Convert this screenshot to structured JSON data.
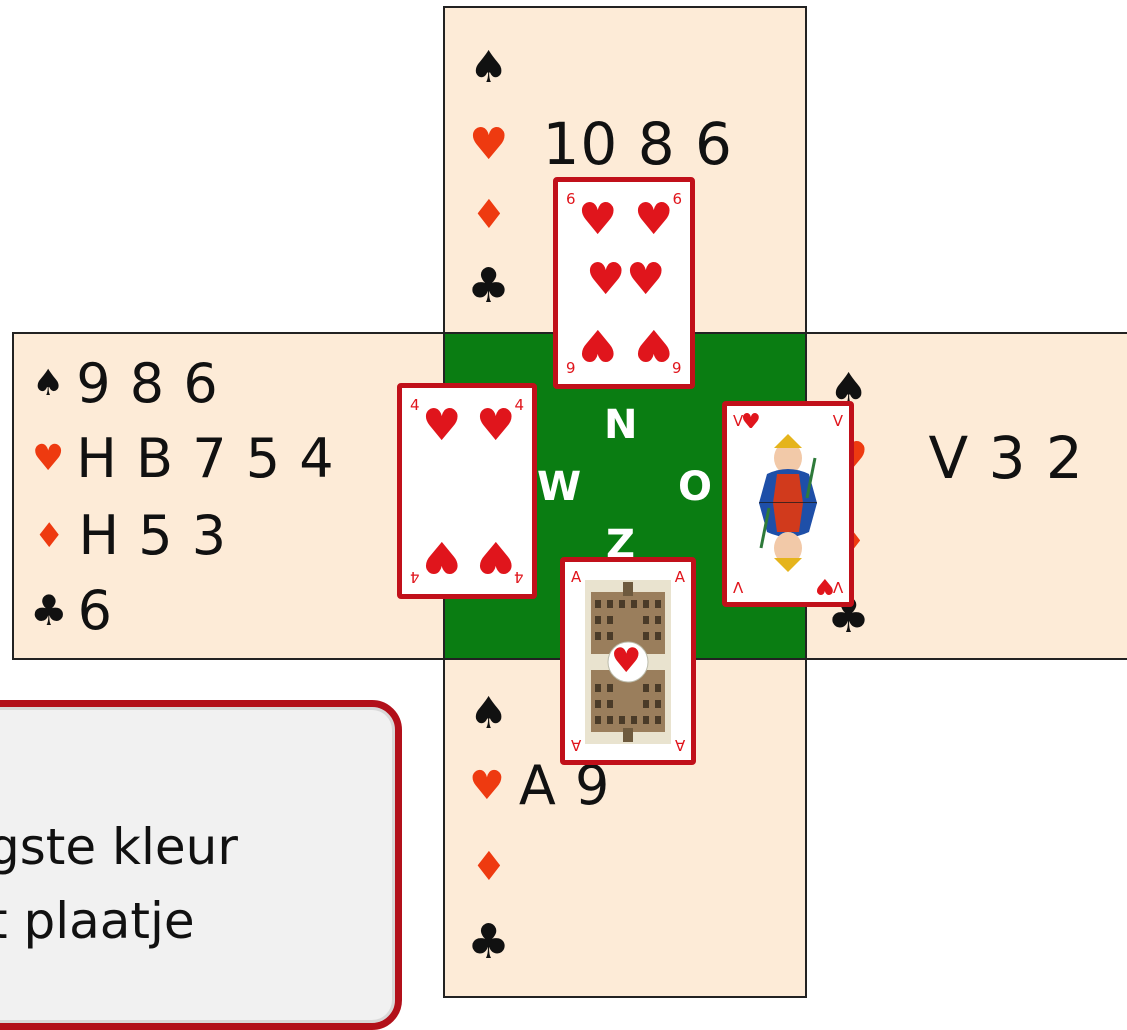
{
  "suits": {
    "spade": "♠",
    "heart": "♥",
    "diamond": "♦",
    "club": "♣"
  },
  "colors": {
    "table_green": "#0a7d12",
    "hand_bg": "#fdebd7",
    "card_border": "#c1101a",
    "red_suit": "#ee3a10"
  },
  "north": {
    "spades": "",
    "hearts": "10 8 6",
    "diamonds": "",
    "clubs": ""
  },
  "west": {
    "spades": "9 8 6",
    "hearts": "H B 7 5 4",
    "diamonds": "H 5 3",
    "clubs": "6"
  },
  "east": {
    "spades": "",
    "hearts": "V 3 2",
    "diamonds": "",
    "clubs": ""
  },
  "south": {
    "spades": "",
    "hearts": "A 9",
    "diamonds": "",
    "clubs": ""
  },
  "compass": {
    "north": "N",
    "west": "W",
    "east": "O",
    "south": "Z"
  },
  "played_cards": {
    "north": {
      "rank": "6",
      "suit": "heart"
    },
    "west": {
      "rank": "4",
      "suit": "heart"
    },
    "east": {
      "rank": "V",
      "suit": "heart"
    },
    "south": {
      "rank": "A",
      "suit": "heart"
    }
  },
  "callout": {
    "line1": "gste kleur",
    "line2": "t plaatje",
    "line3": "  "
  }
}
